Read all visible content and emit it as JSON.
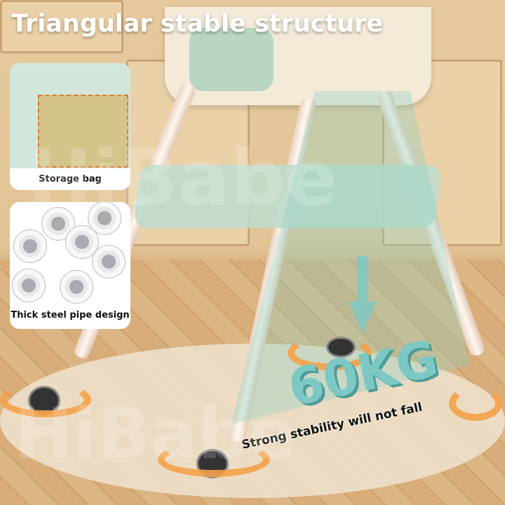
{
  "title": "Triangular stable structure",
  "cards": [
    {
      "label": "Storage bag"
    },
    {
      "label": "Thick steel pipe design"
    }
  ],
  "load_label": "60KG",
  "slogan": "Strong stability will not fall",
  "watermark": "HiBabe",
  "colors": {
    "accent": "#7cc8c4",
    "arrow": "#f4a24a"
  }
}
